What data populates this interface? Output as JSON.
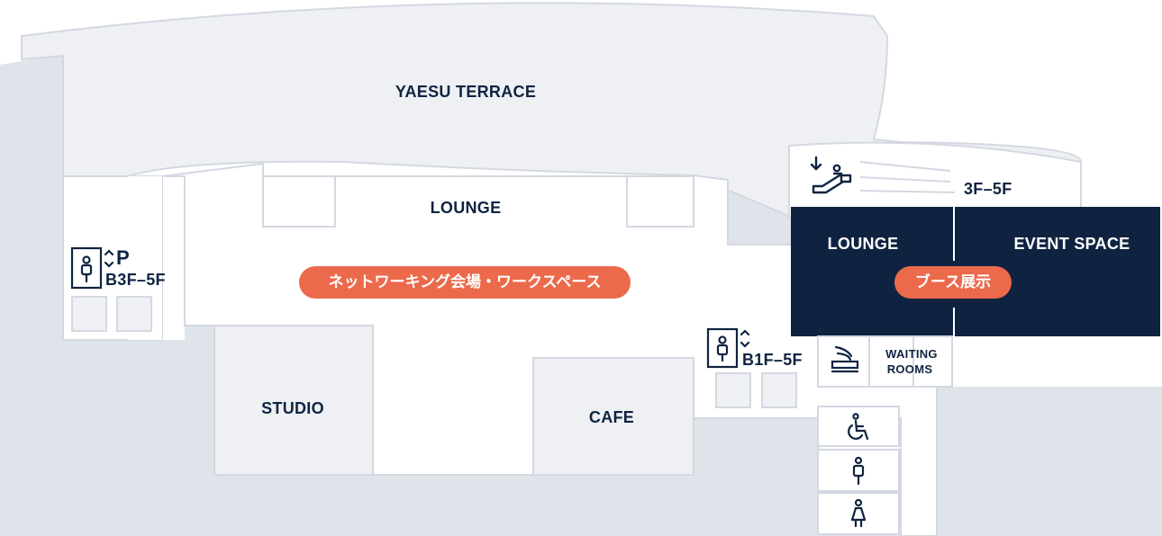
{
  "map": {
    "areas": {
      "yaesu_terrace": "YAESU TERRACE",
      "lounge_main": "LOUNGE",
      "lounge_3f": "LOUNGE",
      "event_space": "EVENT SPACE",
      "studio": "STUDIO",
      "cafe": "CAFE",
      "waiting_rooms_line1": "WAITING",
      "waiting_rooms_line2": "ROOMS"
    },
    "tags": {
      "networking": "ネットワーキング会場・ワークスペース",
      "booth": "ブース展示"
    },
    "access": {
      "escalator_floors": "3F–5F",
      "parking_letter": "P",
      "parking_floors": "B3F–5F",
      "elevator_floors": "B1F–5F"
    },
    "icons": [
      "escalator-icon",
      "elevator-icon",
      "parking-icon",
      "smoking-icon",
      "accessible-restroom-icon",
      "mens-restroom-icon",
      "womens-restroom-icon"
    ],
    "colors": {
      "background": "#ffffff",
      "building": "#eef0f4",
      "outer_ground": "#dfe3ea",
      "walls": "#d3d8e1",
      "navy": "#0f2341",
      "accent": "#ec6a4c"
    }
  }
}
